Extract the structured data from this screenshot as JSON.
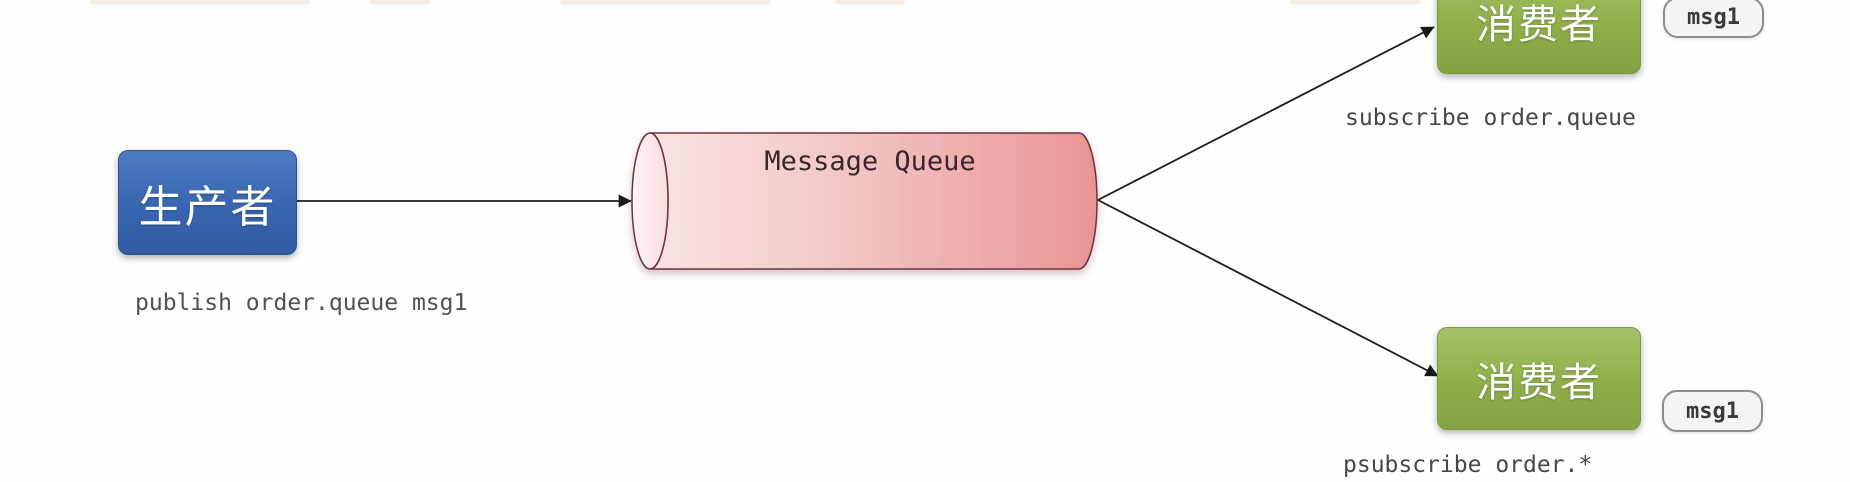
{
  "diagram": {
    "producer": {
      "label": "生产者",
      "caption": "publish order.queue msg1",
      "color": "#3b69b3"
    },
    "queue": {
      "label": "Message Queue",
      "color": "#ec9b9b"
    },
    "consumers": [
      {
        "label": "消费者",
        "caption": "subscribe order.queue",
        "badge": "msg1",
        "color": "#8fae4a"
      },
      {
        "label": "消费者",
        "caption": "psubscribe order.*",
        "badge": "msg1",
        "color": "#8fae4a"
      }
    ],
    "badge_bg": "#f4f4f4",
    "arrow_color": "#1f1f1f"
  }
}
